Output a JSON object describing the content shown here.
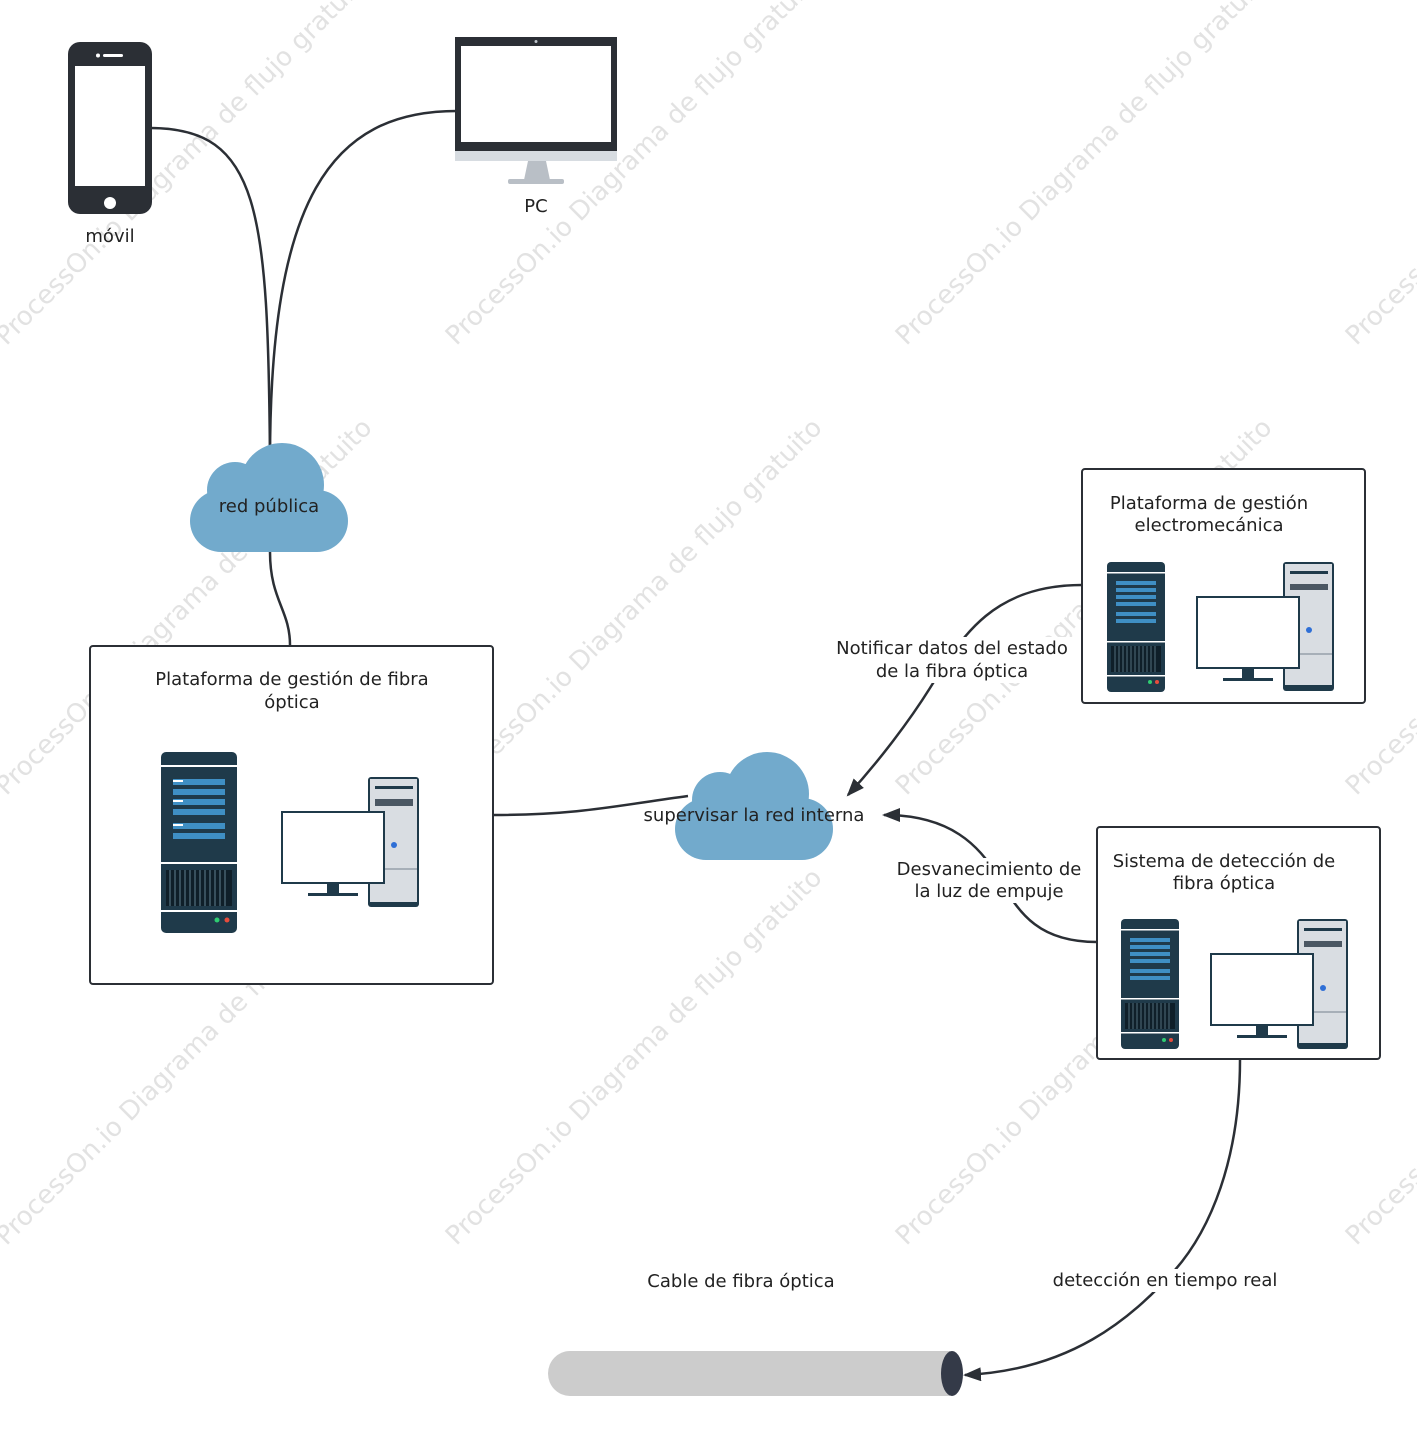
{
  "nodes": {
    "movil": "móvil",
    "pc": "PC",
    "red_publica": "red pública",
    "plataforma_fibra_line1": "Plataforma de gestión de fibra",
    "plataforma_fibra_line2": "óptica",
    "red_interna": "supervisar la red interna",
    "plataforma_electro_line1": "Plataforma de gestión",
    "plataforma_electro_line2": "electromecánica",
    "sistema_deteccion_line1": "Sistema de detección de",
    "sistema_deteccion_line2": "fibra óptica",
    "cable": "Cable de fibra óptica"
  },
  "edges": {
    "notificar_line1": "Notificar datos del estado",
    "notificar_line2": "de la fibra óptica",
    "desvanecimiento_line1": "Desvanecimiento de",
    "desvanecimiento_line2": "la luz de empuje",
    "deteccion": "detección en tiempo real"
  },
  "watermark": "ProcessOn.io Diagrama de flujo gratuito",
  "colors": {
    "cloud": "#72aacc",
    "device_dark": "#2b2f35",
    "server_dark": "#1f3a4a",
    "server_stripe": "#3f8fc4",
    "cable": "#cccccc",
    "cable_end": "#343a48"
  }
}
